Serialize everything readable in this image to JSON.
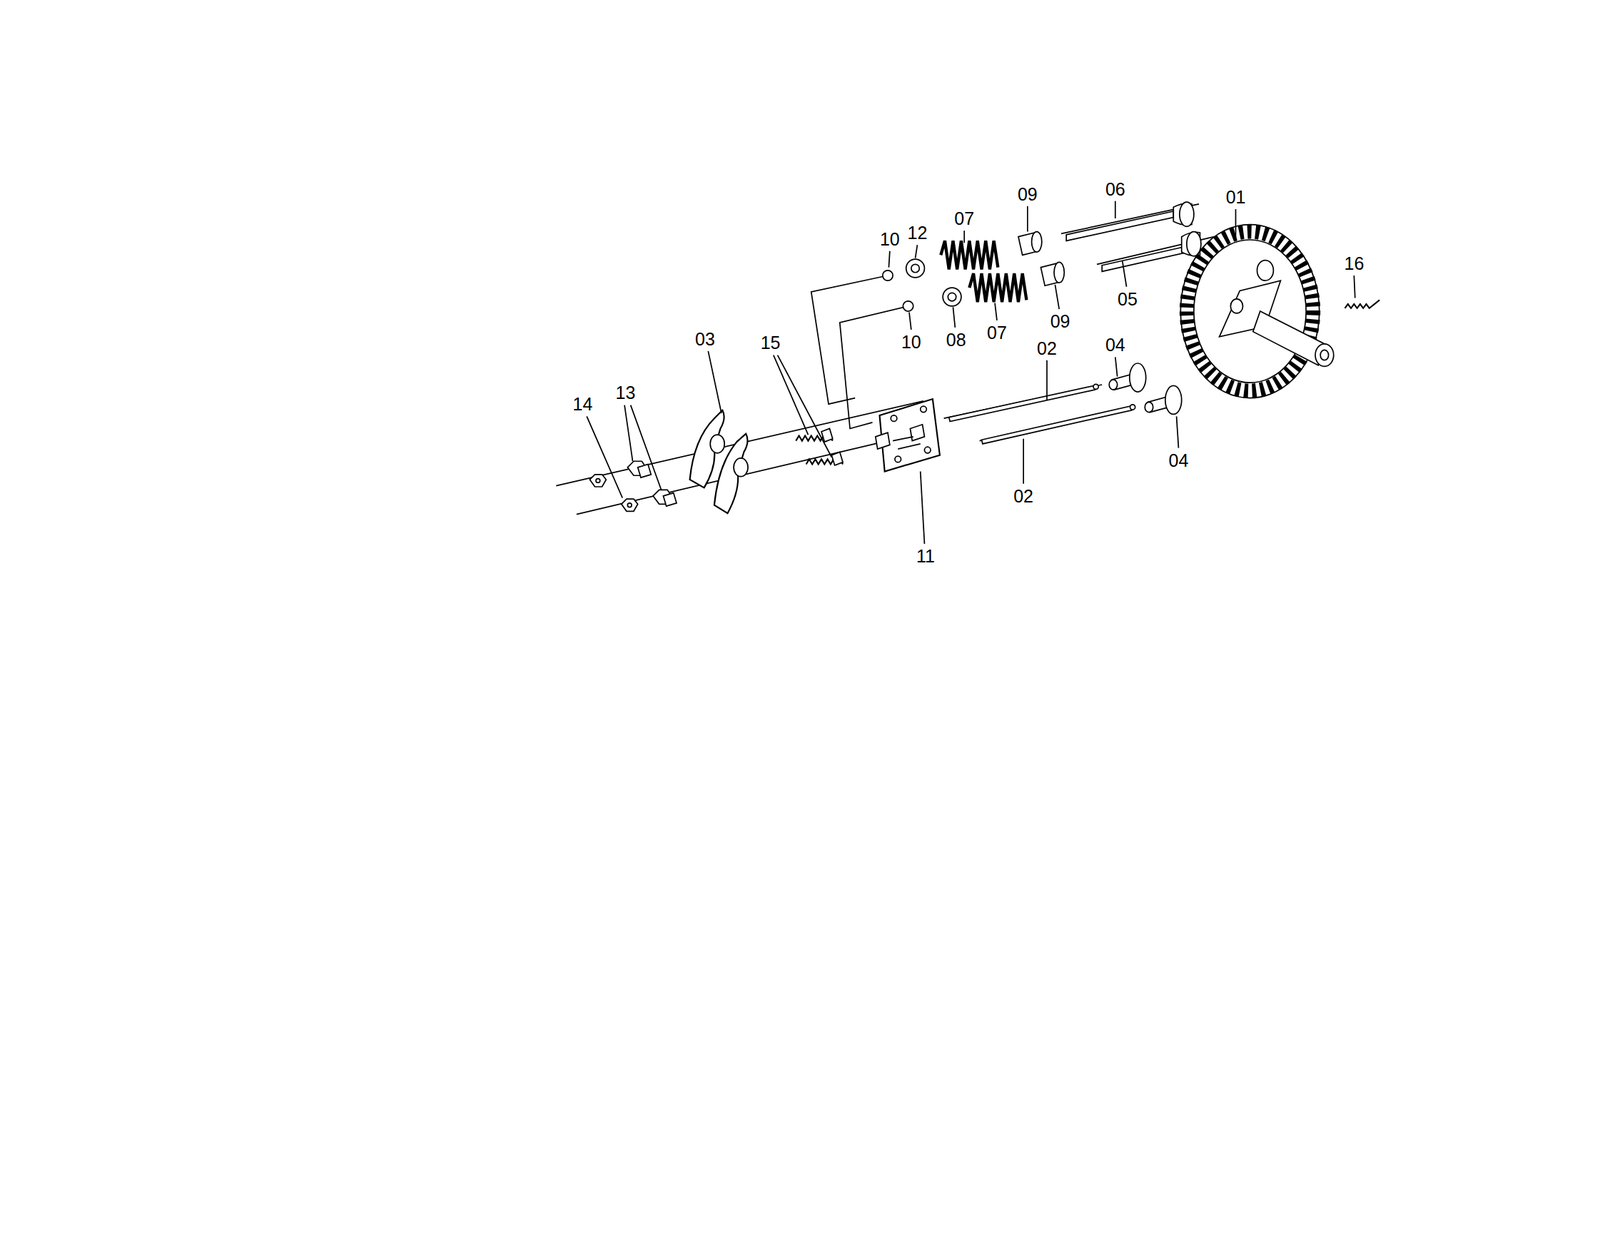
{
  "diagram": {
    "labels": [
      "10",
      "12",
      "07",
      "09",
      "06",
      "01",
      "16",
      "05",
      "09",
      "07",
      "08",
      "10",
      "03",
      "15",
      "02",
      "04",
      "14",
      "13",
      "04",
      "02",
      "11"
    ]
  }
}
